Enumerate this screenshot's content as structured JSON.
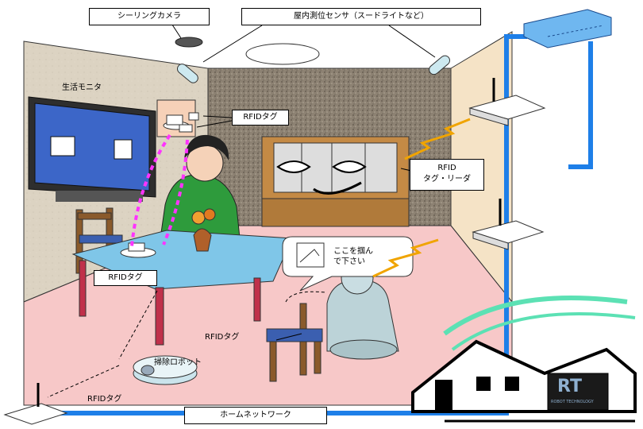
{
  "labels": {
    "ceiling_camera": "シーリングカメラ",
    "indoor_sensor": "屋内測位センサ（スードライトなど）",
    "life_monitor": "生活モニタ",
    "rfid_tag_top": "RFIDタグ",
    "rfid_reader_line1": "RFID",
    "rfid_reader_line2": "タグ・リーダ",
    "rfid_tag_table": "RFIDタグ",
    "rfid_tag_chair": "RFIDタグ",
    "cleaning_robot": "掃除ロボット",
    "rfid_tag_robot": "RFIDタグ",
    "home_network": "ホームネットワーク",
    "speech_line1": "ここを掴ん",
    "speech_line2": "で下さい",
    "rt_logo": "RT",
    "rt_logo_sub": "ROBOT TECHNOLOGY"
  },
  "colors": {
    "network": "#1e7fe8",
    "floor": "#f7c6c6",
    "left_wall": "#d9d0bf",
    "back_wall": "#8a7f70",
    "right_wall": "#f5e3c6",
    "table_top": "#7fc7e8",
    "dashed_tag": "#ff33ff",
    "wireless": "#f0a400"
  }
}
